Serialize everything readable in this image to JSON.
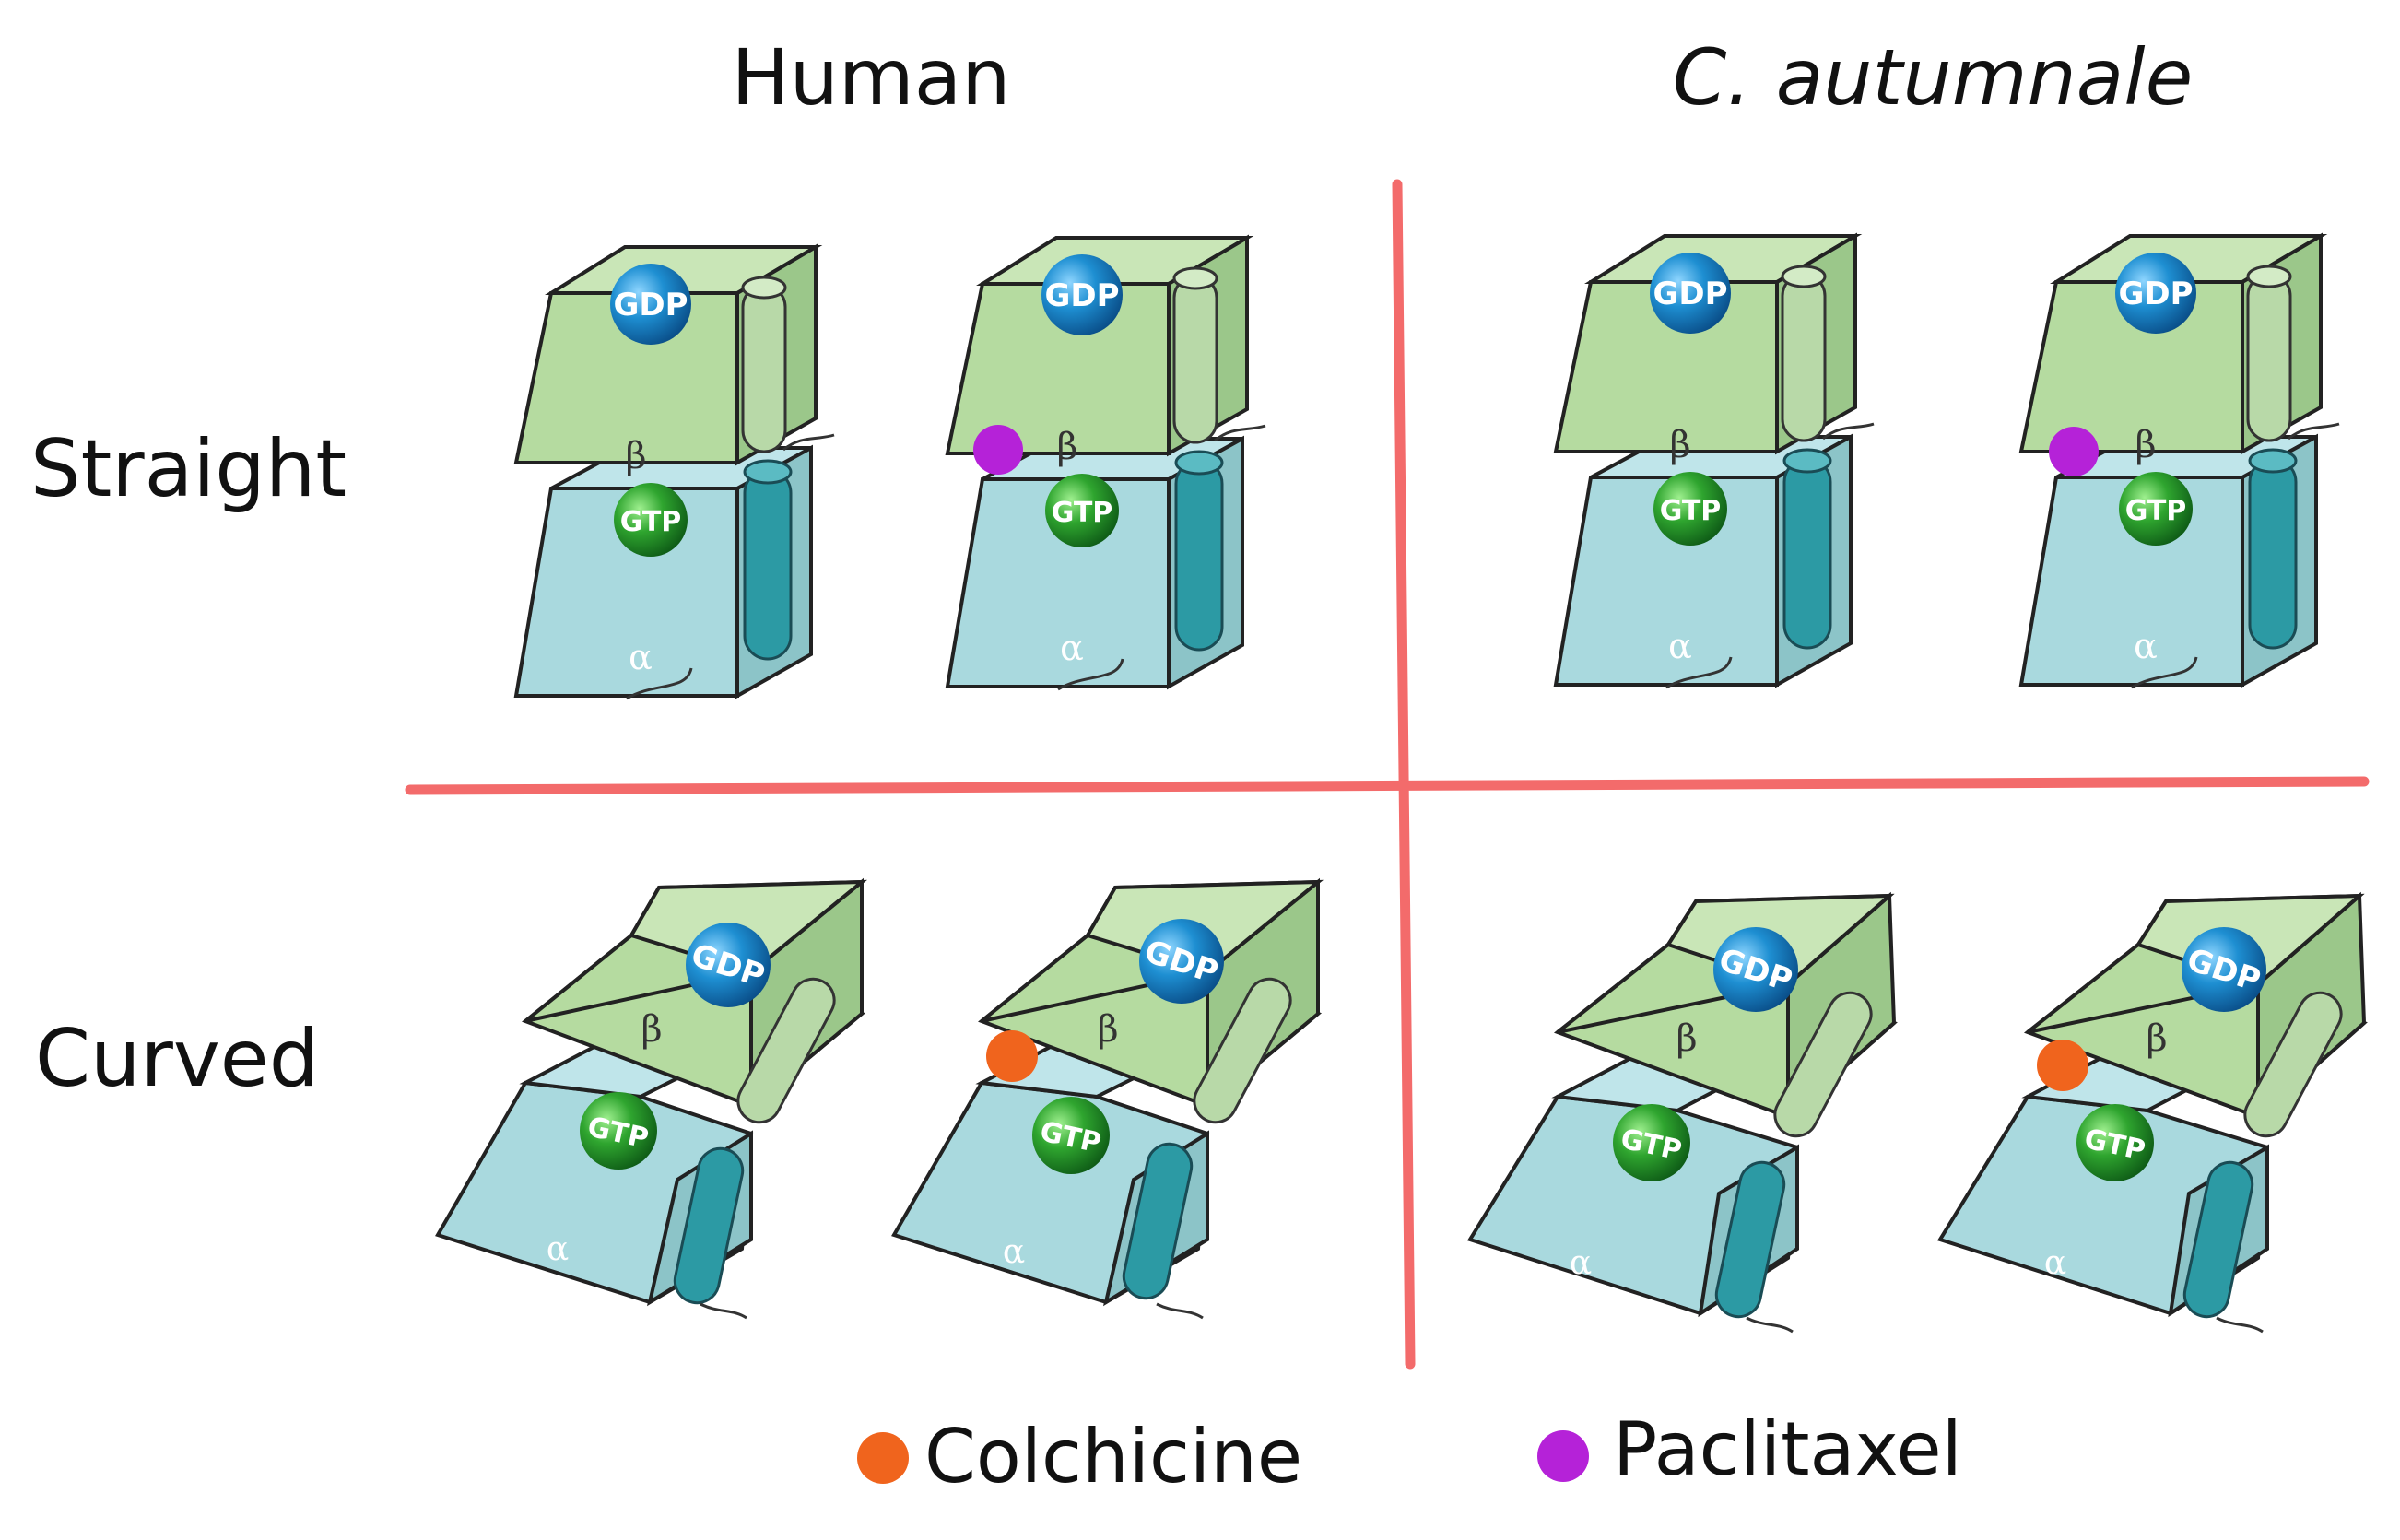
{
  "headers": {
    "human": "Human",
    "plant": "C. autumnale"
  },
  "rows": {
    "straight": "Straight",
    "curved": "Curved"
  },
  "legend": {
    "colchicine": "Colchicine",
    "paclitaxel": "Paclitaxel"
  },
  "labels": {
    "gdp": "GDP",
    "gtp": "GTP",
    "beta": "β",
    "alpha": "α"
  },
  "colors": {
    "beta_face": "#b5dba0",
    "beta_side": "#9bc78a",
    "beta_top": "#c9e6b7",
    "alpha_face": "#a9d9de",
    "alpha_side": "#8cc4c8",
    "alpha_top": "#bfe5ea",
    "gdp_sphere": "#1a8fd0",
    "gtp_sphere": "#2fa52f",
    "alpha_helix": "#2c9aa4",
    "beta_helix": "#b8d9a8",
    "divider": "#f36b6b",
    "colchicine": "#f0641d",
    "paclitaxel": "#b522d8"
  },
  "dimers": [
    {
      "panel": "human-straight-1",
      "state": "straight",
      "ligand": "none"
    },
    {
      "panel": "human-straight-2",
      "state": "straight",
      "ligand": "paclitaxel"
    },
    {
      "panel": "plant-straight-1",
      "state": "straight",
      "ligand": "none"
    },
    {
      "panel": "plant-straight-2",
      "state": "straight",
      "ligand": "paclitaxel"
    },
    {
      "panel": "human-curved-1",
      "state": "curved",
      "ligand": "none"
    },
    {
      "panel": "human-curved-2",
      "state": "curved",
      "ligand": "colchicine"
    },
    {
      "panel": "plant-curved-1",
      "state": "curved",
      "ligand": "none"
    },
    {
      "panel": "plant-curved-2",
      "state": "curved",
      "ligand": "colchicine"
    }
  ]
}
